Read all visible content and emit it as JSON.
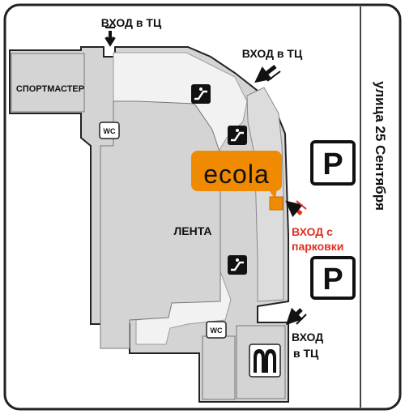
{
  "labels": {
    "sportmaster": "СПОРТМАСТЕР",
    "lenta": "ЛЕНТА",
    "wc_top": "WC",
    "wc_bottom": "WC",
    "entrance_top": "ВХОД в ТЦ",
    "entrance_right_top": "ВХОД в ТЦ",
    "entrance_parking_line1": "ВХОД с",
    "entrance_parking_line2": "парковки",
    "entrance_bottom_line1": "ВХОД",
    "entrance_bottom_line2": "в ТЦ",
    "street": "улица 25 Сентября",
    "parking_top": "P",
    "parking_bottom": "P",
    "ecola": "ecola",
    "mcdonalds": "M"
  },
  "colors": {
    "building": "#d4d4d4",
    "outline": "#222222",
    "ecola_orange": "#f08a00",
    "parking_red": "#e03020"
  },
  "icons": [
    "escalator-icon",
    "escalator-icon",
    "escalator-icon",
    "mcdonalds-logo-icon",
    "parking-icon",
    "parking-icon",
    "entrance-arrow-icon"
  ]
}
